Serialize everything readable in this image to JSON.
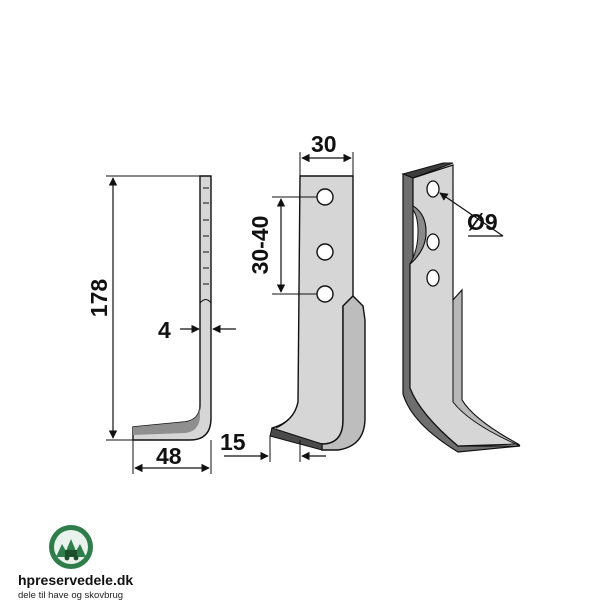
{
  "dimensions": {
    "height": "178",
    "width_bottom": "48",
    "thickness": "4",
    "blade_width": "30",
    "hole_spacing": "30-40",
    "hole_diameter": "Ø9",
    "tip_offset": "15"
  },
  "brand": {
    "name": "hpreservedele.dk",
    "tagline": "dele til have og skovbrug"
  },
  "colors": {
    "metal_light": "#d6d6d6",
    "metal_mid": "#b8b8b8",
    "metal_dark": "#6e6e6e",
    "edge_dark": "#3c3c3c",
    "line": "#111111",
    "logo_green": "#2e7d4a"
  }
}
